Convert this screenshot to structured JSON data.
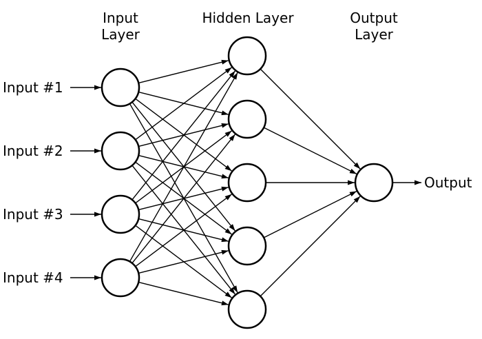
{
  "layers": {
    "input_title": [
      "Input",
      "Layer"
    ],
    "hidden_title": [
      "Hidden Layer"
    ],
    "output_title": [
      "Output",
      "Layer"
    ]
  },
  "inputs": [
    "Input #1",
    "Input #2",
    "Input #3",
    "Input #4"
  ],
  "output": "Output",
  "network": {
    "input_count": 4,
    "hidden_count": 5,
    "output_count": 1,
    "fully_connected": true
  },
  "colors": {
    "stroke": "#000000",
    "node_fill": "#ffffff",
    "background": "#ffffff"
  }
}
